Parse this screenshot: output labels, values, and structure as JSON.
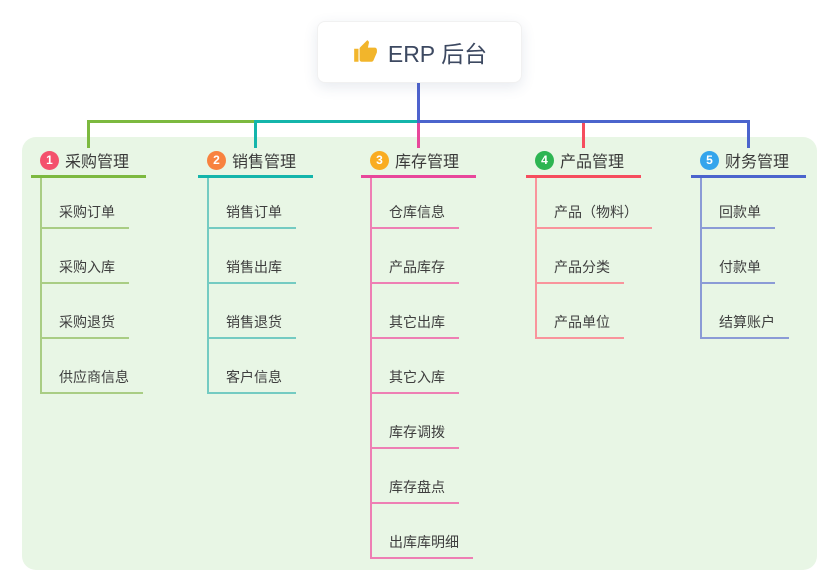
{
  "root": {
    "icon": "thumbs-up",
    "label": "ERP 后台"
  },
  "branches": [
    {
      "badge": "1",
      "title": "采购管理",
      "badge_color": "#f4516c",
      "line_color": "#7cb93f",
      "child_line_color": "#a9cd84",
      "children": [
        "采购订单",
        "采购入库",
        "采购退货",
        "供应商信息"
      ]
    },
    {
      "badge": "2",
      "title": "销售管理",
      "badge_color": "#f8823f",
      "line_color": "#14b5ab",
      "child_line_color": "#74cbc2",
      "children": [
        "销售订单",
        "销售出库",
        "销售退货",
        "客户信息"
      ]
    },
    {
      "badge": "3",
      "title": "库存管理",
      "badge_color": "#f9ac21",
      "line_color": "#e8479b",
      "child_line_color": "#ee7fb4",
      "children": [
        "仓库信息",
        "产品库存",
        "其它出库",
        "其它入库",
        "库存调拨",
        "库存盘点",
        "出库库明细"
      ]
    },
    {
      "badge": "4",
      "title": "产品管理",
      "badge_color": "#2db552",
      "line_color": "#f64d5e",
      "child_line_color": "#f9949c",
      "children": [
        "产品（物料）",
        "产品分类",
        "产品单位"
      ]
    },
    {
      "badge": "5",
      "title": "财务管理",
      "badge_color": "#34a5ec",
      "line_color": "#4b64cd",
      "child_line_color": "#8b9bd6",
      "children": [
        "回款单",
        "付款单",
        "结算账户"
      ]
    }
  ],
  "colors": {
    "root_stem": "#4f63ce",
    "panel_bg": "#e8f6e5",
    "card_bg": "#ffffff",
    "root_text": "#3d4961",
    "branch_title_text": "#3a3a3a",
    "child_text": "#3e3e3e",
    "thumb_icon": "#f2b52b"
  }
}
